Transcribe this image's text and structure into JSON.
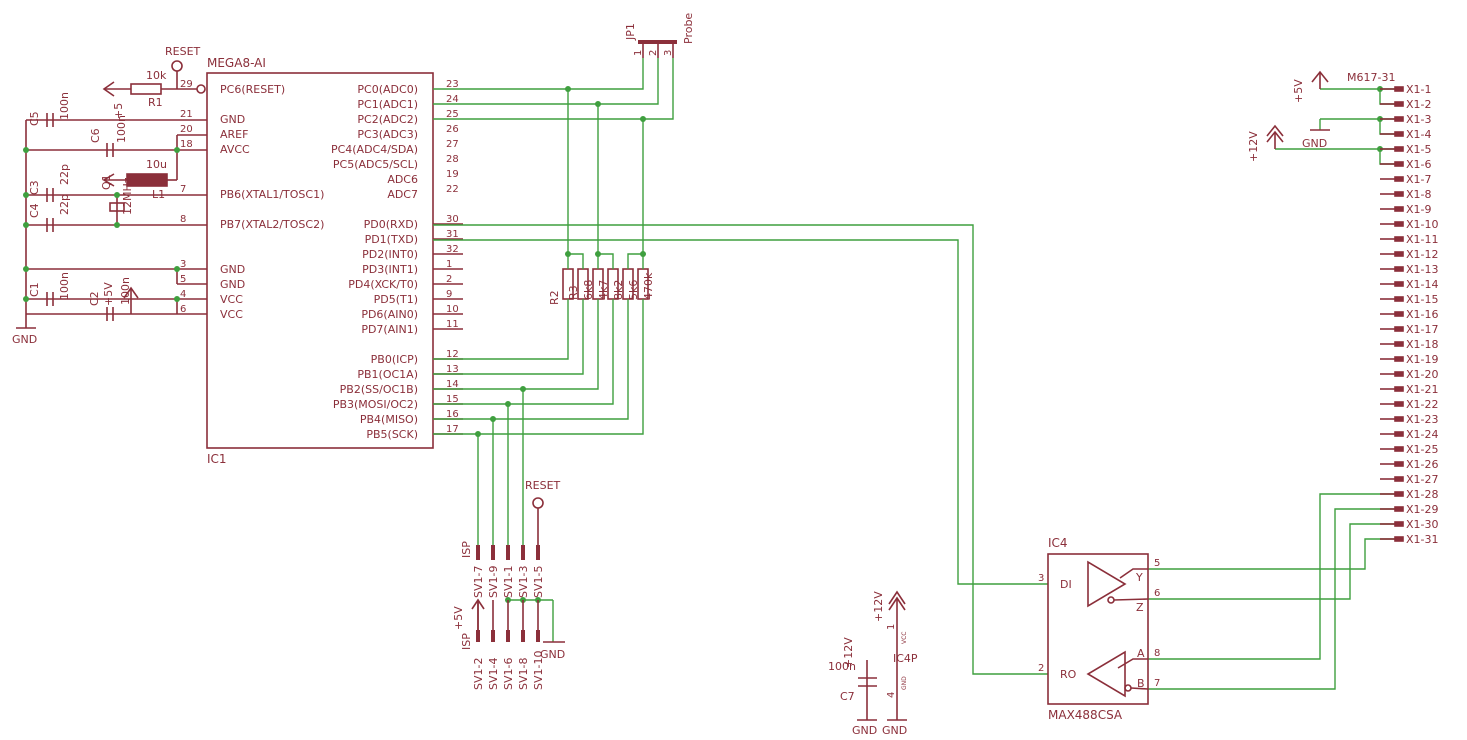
{
  "ic1": {
    "name": "MEGA8-AI",
    "ref": "IC1",
    "left_pins": [
      {
        "n": "29",
        "l": "PC6(RESET)"
      },
      {
        "n": "21",
        "l": "GND"
      },
      {
        "n": "20",
        "l": "AREF"
      },
      {
        "n": "18",
        "l": "AVCC"
      },
      {
        "n": "7",
        "l": "PB6(XTAL1/TOSC1)"
      },
      {
        "n": "8",
        "l": "PB7(XTAL2/TOSC2)"
      },
      {
        "n": "3",
        "l": "GND"
      },
      {
        "n": "5",
        "l": "GND"
      },
      {
        "n": "4",
        "l": "VCC"
      },
      {
        "n": "6",
        "l": "VCC"
      }
    ],
    "right_pins": [
      {
        "n": "23",
        "l": "PC0(ADC0)"
      },
      {
        "n": "24",
        "l": "PC1(ADC1)"
      },
      {
        "n": "25",
        "l": "PC2(ADC2)"
      },
      {
        "n": "26",
        "l": "PC3(ADC3)"
      },
      {
        "n": "27",
        "l": "PC4(ADC4/SDA)"
      },
      {
        "n": "28",
        "l": "PC5(ADC5/SCL)"
      },
      {
        "n": "19",
        "l": "ADC6"
      },
      {
        "n": "22",
        "l": "ADC7"
      },
      {
        "n": "30",
        "l": "PD0(RXD)"
      },
      {
        "n": "31",
        "l": "PD1(TXD)"
      },
      {
        "n": "32",
        "l": "PD2(INT0)"
      },
      {
        "n": "1",
        "l": "PD3(INT1)"
      },
      {
        "n": "2",
        "l": "PD4(XCK/T0)"
      },
      {
        "n": "9",
        "l": "PD5(T1)"
      },
      {
        "n": "10",
        "l": "PD6(AIN0)"
      },
      {
        "n": "11",
        "l": "PD7(AIN1)"
      },
      {
        "n": "12",
        "l": "PB0(ICP)"
      },
      {
        "n": "13",
        "l": "PB1(OC1A)"
      },
      {
        "n": "14",
        "l": "PB2(SS/OC1B)"
      },
      {
        "n": "15",
        "l": "PB3(MOSI/OC2)"
      },
      {
        "n": "16",
        "l": "PB4(MISO)"
      },
      {
        "n": "17",
        "l": "PB5(SCK)"
      }
    ]
  },
  "passives": {
    "reset_top": "RESET",
    "r1_value": "10k",
    "r1_ref": "R1",
    "c5_ref": "C5",
    "c5_value": "100n",
    "c6_ref": "C6",
    "c6_value": "100n",
    "plus5_a": "+5",
    "l1_value": "10u",
    "l1_ref": "L1",
    "c3_ref": "C3",
    "c3_value": "22p",
    "c4_ref": "C4",
    "c4_value": "22p",
    "q1_ref": "Q1",
    "q1_value": "12MHz",
    "c1_ref": "C1",
    "c1_value": "100n",
    "c2_ref": "C2",
    "c2_value": "100n",
    "plus5_b": "+5V",
    "gnd_left": "GND",
    "jp1_ref": "JP1",
    "jp1_value": "Probe",
    "jp1_pins": [
      "1",
      "2",
      "3"
    ],
    "r2_ref": "R2",
    "r2_labels": [
      "R3",
      "6k8",
      "4k7",
      "8k2",
      "5k6",
      "470k"
    ]
  },
  "isp": {
    "reset": "RESET",
    "isp_a": "ISP",
    "isp_b": "ISP",
    "plus5": "+5V",
    "gnd": "GND",
    "top_pins": [
      "SV1-7",
      "SV1-9",
      "SV1-1",
      "SV1-3",
      "SV1-5"
    ],
    "bottom_pins": [
      "SV1-2",
      "SV1-4",
      "SV1-6",
      "SV1-8",
      "SV1-10"
    ]
  },
  "ic4p": {
    "ref": "IC4P",
    "plus12": "+12V",
    "plus12_b": "+12V",
    "pin1": "1",
    "pin4": "4",
    "vcc": "VCC",
    "gnd_small": "GND",
    "c7_ref": "C7",
    "c7_value": "100n",
    "gnd1": "GND",
    "gnd2": "GND"
  },
  "ic4": {
    "ref": "IC4",
    "value": "MAX488CSA",
    "pins": {
      "di": "DI",
      "ro": "RO",
      "y": "Y",
      "z": "Z",
      "a": "A",
      "b": "B"
    },
    "nums": {
      "di": "3",
      "ro": "2",
      "y": "5",
      "z": "6",
      "a": "8",
      "b": "7"
    }
  },
  "x1": {
    "name": "M617-31",
    "plus5": "+5V",
    "plus12": "+12V",
    "gnd": "GND",
    "pins": [
      "X1-1",
      "X1-2",
      "X1-3",
      "X1-4",
      "X1-5",
      "X1-6",
      "X1-7",
      "X1-8",
      "X1-9",
      "X1-10",
      "X1-11",
      "X1-12",
      "X1-13",
      "X1-14",
      "X1-15",
      "X1-16",
      "X1-17",
      "X1-18",
      "X1-19",
      "X1-20",
      "X1-21",
      "X1-22",
      "X1-23",
      "X1-24",
      "X1-25",
      "X1-26",
      "X1-27",
      "X1-28",
      "X1-29",
      "X1-30",
      "X1-31"
    ]
  },
  "colors": {
    "part": "#8b2f3a",
    "net": "#3f9f3f",
    "background": "#ffffff"
  }
}
